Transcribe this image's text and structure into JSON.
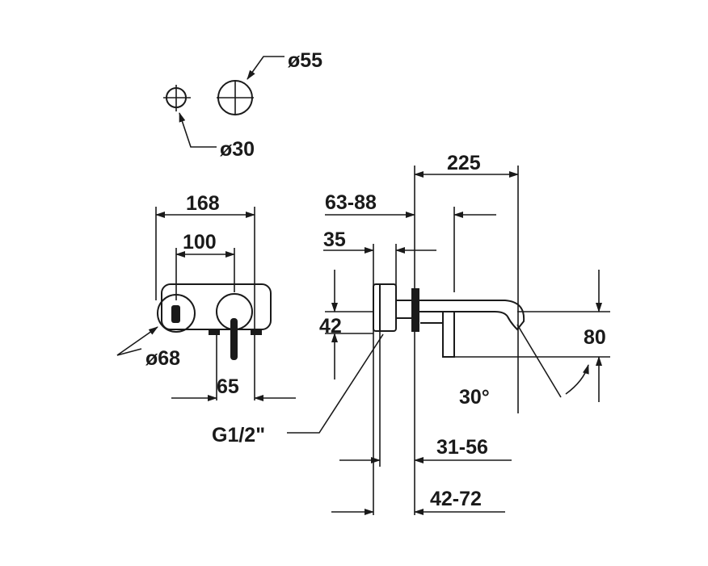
{
  "dimensions": {
    "d55": "ø55",
    "d30": "ø30",
    "w168": "168",
    "w100": "100",
    "d68": "ø68",
    "w65": "65",
    "thread": "G1/2\"",
    "w225": "225",
    "r63_88": "63-88",
    "w35": "35",
    "h42": "42",
    "h80": "80",
    "angle30": "30°",
    "r31_56": "31-56",
    "r42_72": "42-72"
  },
  "colors": {
    "ink": "#1a1a1a",
    "background": "#ffffff"
  }
}
